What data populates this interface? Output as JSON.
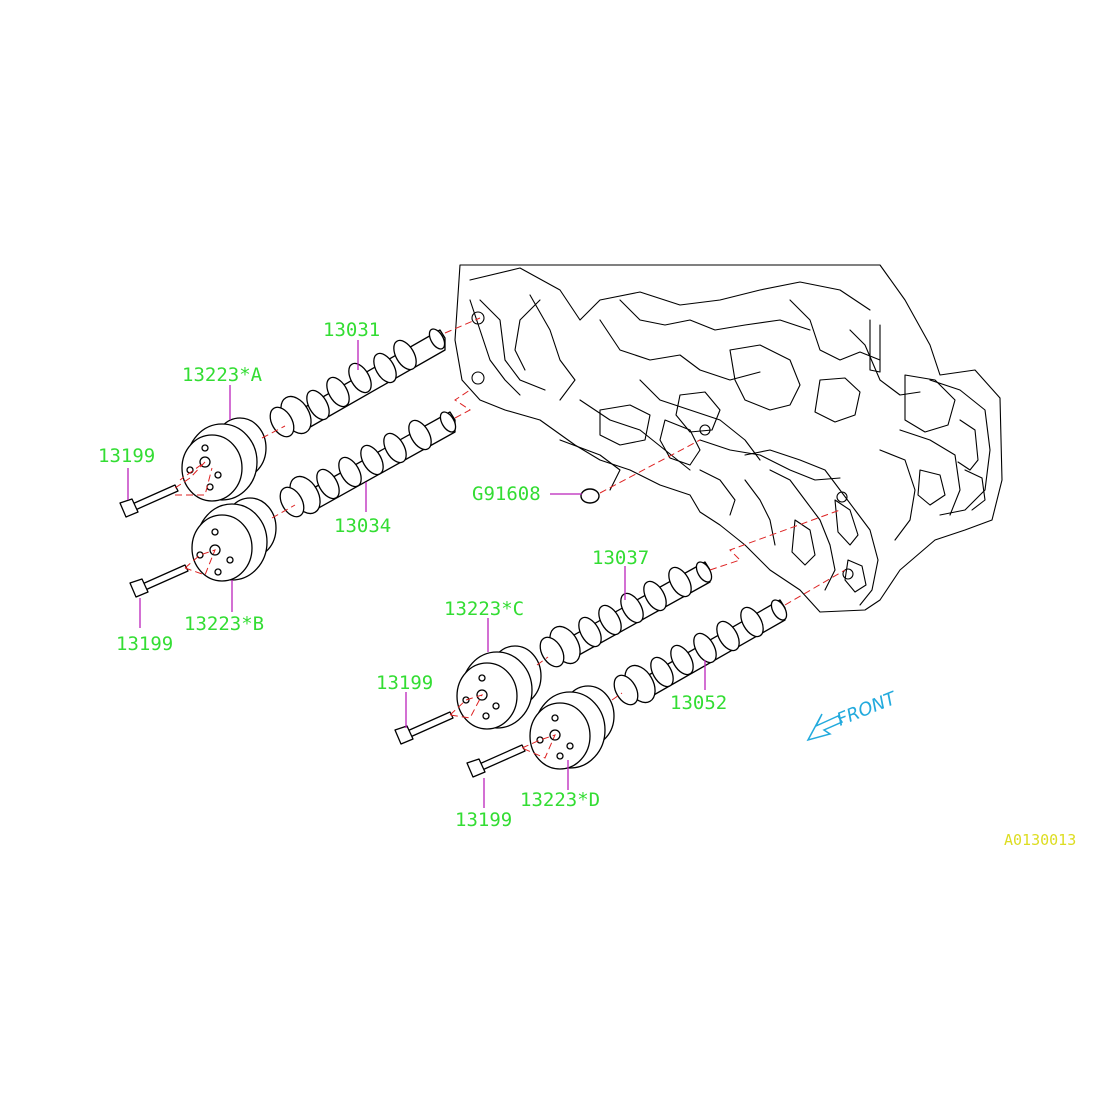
{
  "colors": {
    "label": "#33dd33",
    "leader": "#bb22bb",
    "dashed": "#dd2222",
    "front": "#22aadd",
    "code": "#dddd22",
    "line": "#000000"
  },
  "labels": {
    "cam_13031": "13031",
    "cam_13034": "13034",
    "cam_13037": "13037",
    "cam_13052": "13052",
    "sprocket_a": "13223*A",
    "sprocket_b": "13223*B",
    "sprocket_c": "13223*C",
    "sprocket_d": "13223*D",
    "bolt_1": "13199",
    "bolt_2": "13199",
    "bolt_3": "13199",
    "bolt_4": "13199",
    "seal": "G91608",
    "front": "FRONT",
    "diagram_code": "A0130013"
  },
  "icons": {
    "front_arrow": "front-arrow-icon"
  }
}
